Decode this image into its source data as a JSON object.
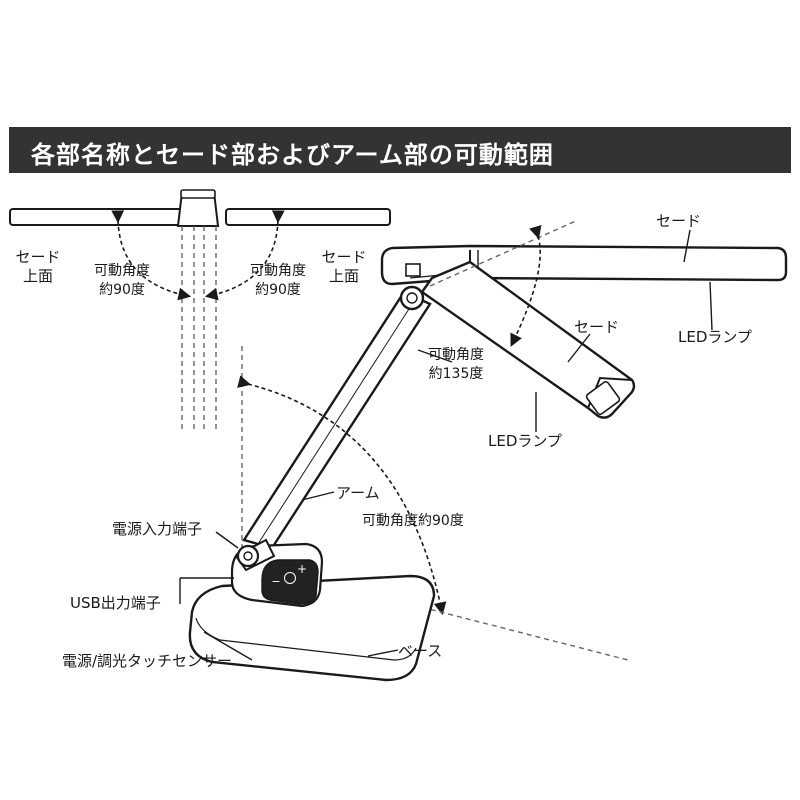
{
  "title": "各部名称とセード部およびアーム部の可動範囲",
  "colors": {
    "title_bar": "#333333",
    "title_text": "#ffffff",
    "line": "#1a1a1a",
    "dashed": "#666666"
  },
  "labels": {
    "shade_top_left": [
      "セード",
      "上面"
    ],
    "shade_top_right": [
      "セード",
      "上面"
    ],
    "angle_90_left": [
      "可動角度",
      "約90度"
    ],
    "angle_90_right": [
      "可動角度",
      "約90度"
    ],
    "shade_raised": "セード",
    "led_lamp_raised": "LEDランプ",
    "shade_lowered": "セード",
    "led_lamp_lowered": "LEDランプ",
    "angle_135": [
      "可動角度",
      "約135度"
    ],
    "arm": "アーム",
    "arm_angle": "可動角度約90度",
    "power_input": "電源入力端子",
    "usb_output": "USB出力端子",
    "touch_sensor": "電源/調光タッチセンサー",
    "base": "ベース"
  },
  "touch_panel": {
    "minus": "−",
    "power_icon": "power-icon",
    "plus": "+"
  }
}
